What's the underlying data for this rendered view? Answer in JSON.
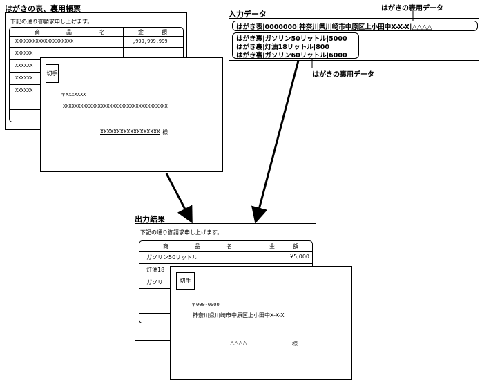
{
  "template": {
    "title": "はがきの表、裏用帳票",
    "sheet_heading": "下記の通り御請求申し上げます。",
    "col_headers": [
      "商",
      "品",
      "名",
      "金",
      "額"
    ],
    "row_item": "XXXXXXXXXXXXXXXXXXXX",
    "row_item_short": "XXXXXX",
    "row_amount": ",999,999,999",
    "stamp": "切手",
    "postal": "〒XXXXXXX",
    "address": "XXXXXXXXXXXXXXXXXXXXXXXXXXXXXXXXXXXX",
    "name": "XXXXXXXXXXXXXXXXXX",
    "honorific": "様"
  },
  "input": {
    "title": "入力データ",
    "front_label": "はがきの表用データ",
    "front_line": "はがき表|0000000|神奈川県川崎市中原区上小田中X-X-X|△△△△",
    "back_lines": [
      "はがき裏|ガソリン50リットル|5000",
      "はがき裏|灯油18リットル|800",
      "はがき裏|ガソリン60リットル|6000"
    ],
    "back_label": "はがきの裏用データ"
  },
  "output": {
    "title": "出力結果",
    "sheet_heading": "下記の通り御請求申し上げます。",
    "col_headers": [
      "商",
      "品",
      "名",
      "金",
      "額"
    ],
    "rows": [
      {
        "item": "ガソリン50リットル",
        "amount": "¥5,000"
      },
      {
        "item": "灯油18",
        "amount": ""
      },
      {
        "item": "ガソリ",
        "amount": ""
      }
    ],
    "stamp": "切手",
    "postal": "〒000-0000",
    "address": "神奈川県川崎市中原区上小田中X-X-X",
    "name": "△△△△",
    "honorific": "様"
  }
}
